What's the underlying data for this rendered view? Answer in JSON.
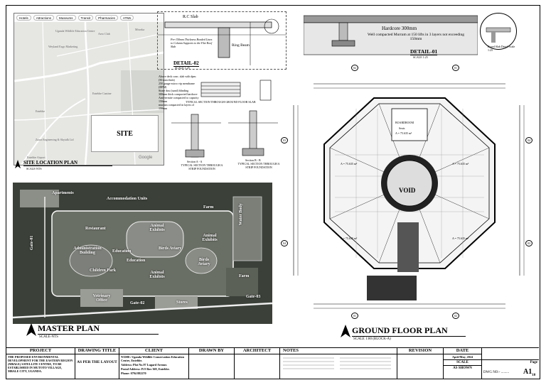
{
  "map": {
    "tabs": [
      "Hotels",
      "Attractions",
      "Museums",
      "Transit",
      "Pharmacies",
      "ATMs"
    ],
    "site_label": "SITE",
    "places": [
      "Uganda Wildlife Education Centre",
      "Weyland Exgo Marketing",
      "Aero Club",
      "Entebbe Cantine",
      "Miwaka",
      "Zaara Engineering & Skytalk Ltd",
      "Entebbe",
      "Entebbe Airport"
    ],
    "google": "Google",
    "title": "SITE LOCATION PLAN",
    "scale": "SCALE-NTS"
  },
  "detail02": {
    "slab_label": "R.C Slab",
    "ring_beam": "Ring Beam",
    "notes": "Pre-150mm Thickness Bonded Lines to Column Supports to the Flat Roof Slab",
    "title": "DETAIL-02",
    "scale": "SCALE 1:25"
  },
  "foundation": {
    "notes": [
      "Above deck conc. slab with dpm (50 mm thick)",
      "250 gauge micro vip membrane (DPM)",
      "Stone dust (sand) blinding",
      "300mm thick compacted hardcore",
      "Anti-termite compacted to capacity 150mm",
      "murram compacted in layers of 150mm",
      "TYPICAL SECTION THROUGH GROUND FLOOR SLAB"
    ],
    "section_a": "Section A - A",
    "section_a_caption": "TYPICAL SECTION THROUGH A STRIP FOUNDATION",
    "section_b": "Section B - B",
    "section_b_caption": "TYPICAL SECTION THROUGH A STRIP FOUNDATION"
  },
  "detail01": {
    "hardcore": "Hardcore 300mm",
    "murram": "Well compacted Murram at 150 lifts in 3 layers not exceeding 150mm",
    "title": "DETAIL-01",
    "scale": "SCALE 1:25",
    "note": "Bored Slab Detail Scale 1:25"
  },
  "master": {
    "labels": [
      "Apartments",
      "Accommodation Units",
      "Farm",
      "Water Body",
      "Restaurant",
      "Animal Exhibits",
      "Animal Exhibits",
      "Administration Building",
      "Education",
      "Birds Aviary",
      "Education",
      "Children Park",
      "Birds Aviary",
      "Animal Exhibits",
      "Farm",
      "Vetrinary Office",
      "Gate-02",
      "Stores",
      "Gate-03",
      "Gate-01"
    ],
    "title": "MASTER PLAN",
    "scale": "SCALE-NTS"
  },
  "ground": {
    "room_labels": [
      "BOARDROOM",
      "Seats",
      "A = 75.635 m²",
      "A = 75.635 m²",
      "A = 75.635 m²",
      "A = 75.635 m²",
      "A = 75.635 m²",
      "VOID"
    ],
    "grid_top": [
      "02",
      "01"
    ],
    "grid_bottom": [
      "01",
      "02"
    ],
    "grid_left": [
      "03",
      "04"
    ],
    "grid_right": [
      "04",
      "03"
    ],
    "title": "GROUND FLOOR PLAN",
    "scale": "SCALE 1:80 (BLOCK-A)"
  },
  "title_block": {
    "project_h": "PROJECT",
    "project": "THE PROPOSED ENVIRONMENTAL DEVELOPMENT FOR THE EASTERN REGION (MBALE) SATELLITE CENTRE, TO BE ESTABLISHED IN MUTOTO VILLAGE, MBALE CITY, UGANDA.",
    "drawing_h": "DRAWING TITLE",
    "drawing": "AS PER THE LAYOUT",
    "client_h": "CLIENT",
    "client_name_l": "NAME:",
    "client_name": "Uganda Wildlife Conservation Education Centre, Entebbe.",
    "client_addr_l": "Address:",
    "client_addr": "Plot No.97 Lugard Avenue.",
    "client_postal_l": "Postal Address:",
    "client_postal": "P.O Box 369, Entebbe.",
    "client_phone_l": "Phone:",
    "client_phone": "0794 882270",
    "drawn_h": "DRAWN BY",
    "architect_h": "ARCHITECT",
    "notes_h": "NOTES",
    "revision_h": "REVISION",
    "date_h": "DATE",
    "date": "April/May, 2024",
    "scale_h": "SCALE",
    "scale": "AS SHOWN",
    "page_h": "Page",
    "dwg": "DWG NO:- .........",
    "sheet": "A1",
    "sheet_sub": "10"
  }
}
